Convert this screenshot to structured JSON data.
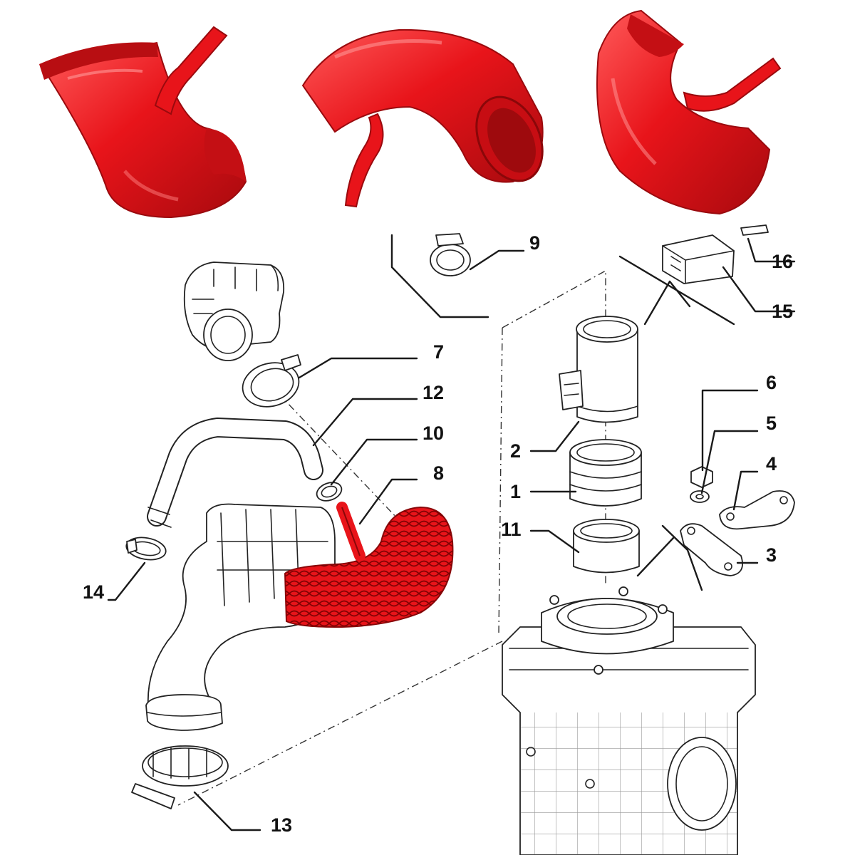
{
  "colors": {
    "hose_red": "#e8141a",
    "hose_red_dark": "#b30c10",
    "hose_red_light": "#ff6a6a",
    "line_art": "#222222",
    "background": "#ffffff"
  },
  "callouts": {
    "c1": "1",
    "c2": "2",
    "c3": "3",
    "c4": "4",
    "c5": "5",
    "c6": "6",
    "c7": "7",
    "c8": "8",
    "c9": "9",
    "c10": "10",
    "c11": "11",
    "c12": "12",
    "c13": "13",
    "c14": "14",
    "c15": "15",
    "c16": "16"
  }
}
